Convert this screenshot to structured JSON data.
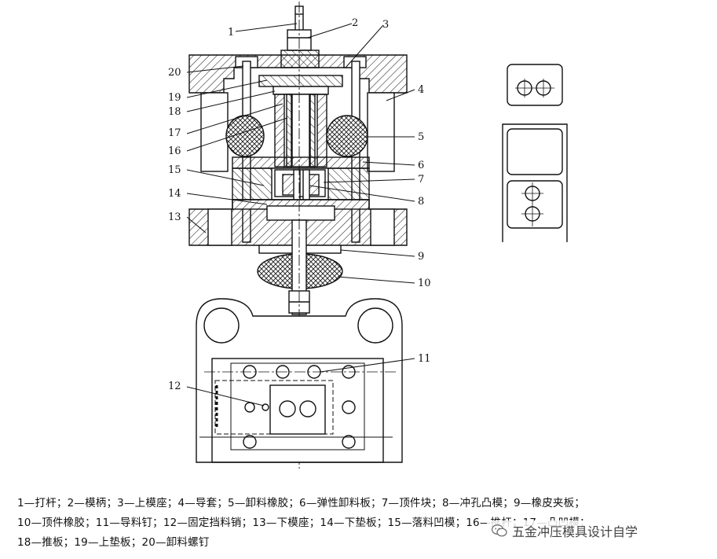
{
  "part_numbers": {
    "n1": "1",
    "n2": "2",
    "n3": "3",
    "n4": "4",
    "n5": "5",
    "n6": "6",
    "n7": "7",
    "n8": "8",
    "n9": "9",
    "n10": "10",
    "n11": "11",
    "n12": "12",
    "n13": "13",
    "n14": "14",
    "n15": "15",
    "n16": "16",
    "n17": "17",
    "n18": "18",
    "n19": "19",
    "n20": "20"
  },
  "caption": {
    "line1": "1—打杆；2—模柄；3—上模座；4—导套；5—卸料橡胶；6—弹性卸料板；7—顶件块；8—冲孔凸模；9—橡皮夹板；",
    "line2": "10—顶件橡胶；11—导料钉；12—固定挡料销；13—下模座；14—下垫板；15—落料凹模；16—推杆；17—凸凹模；",
    "line3": "18—推板；19—上垫板；20—卸料螺钉"
  },
  "watermark": {
    "text": "五金冲压模具设计自学",
    "icon": "wechat-icon"
  }
}
